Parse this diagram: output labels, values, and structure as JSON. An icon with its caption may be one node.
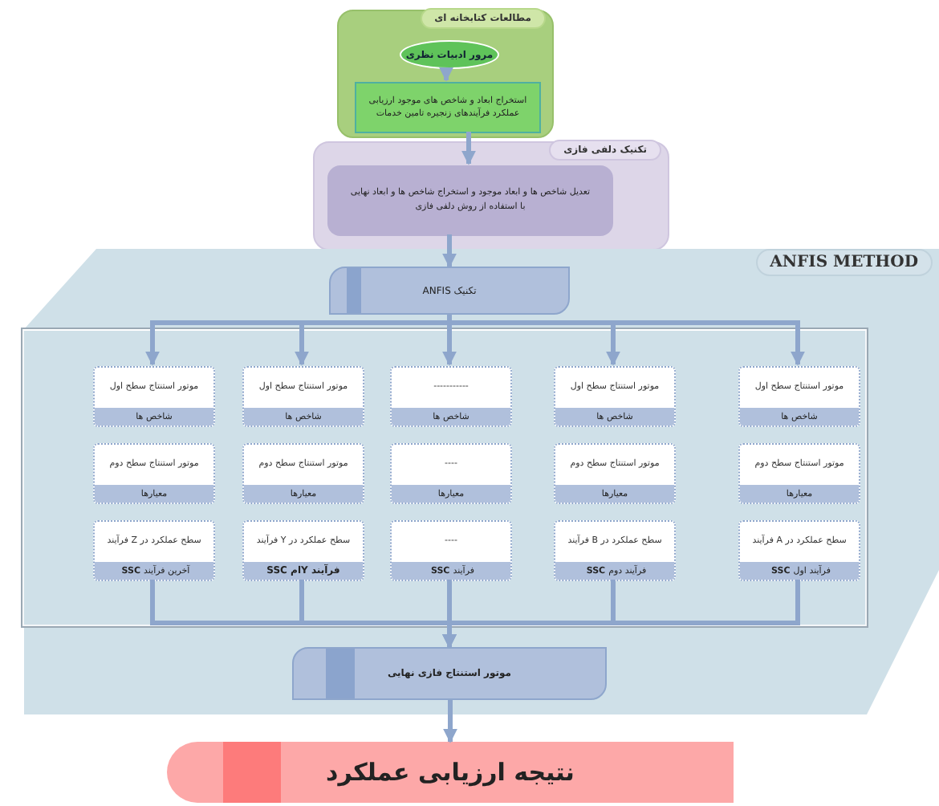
{
  "diagram": {
    "nodes": [
      {
        "text": [
          "مطالعات کتابخانه ای"
        ]
      },
      {
        "text": [
          "مرور ادبیات نظری"
        ],
        "in": 0
      },
      {
        "text": [
          "استخراج ابعاد و شاخص های موجود ارزیابی عملکرد فرآیندهای زنجیره تامین خدمات"
        ],
        "in": 0
      },
      {
        "text": [
          "تکنیک دلفی فازی"
        ]
      },
      {
        "text": [
          "تعدیل شاخص ها و ابعاد موجود و استخراج شاخص ها و ابعاد نهایی با استفاده از روش دلفی فازی"
        ],
        "in": 3
      },
      {
        "text": [
          "ANFIS METHOD"
        ]
      },
      {
        "text": [
          "تکنیک ANFIS"
        ],
        "in": 5
      },
      {
        "text": [],
        "shape": "box",
        "in": 5
      },
      {
        "text": [
          "موتور استنتاج سطح اول",
          "شاخص ها"
        ],
        "in": 7
      },
      {
        "text": [
          "موتور استنتاج سطح اول",
          "شاخص ها"
        ],
        "in": 7
      },
      {
        "text": [
          "-----------",
          "شاخص ها"
        ],
        "in": 7
      },
      {
        "text": [
          "موتور استنتاج سطح اول",
          "شاخص ها"
        ],
        "in": 7
      },
      {
        "text": [
          "موتور استنتاج سطح اول",
          "شاخص ها"
        ],
        "in": 7
      },
      {
        "text": [
          "موتور استنتاج سطح دوم",
          "معیارها"
        ],
        "in": 7
      },
      {
        "text": [
          "موتور استنتاج سطح دوم",
          "معیارها"
        ],
        "in": 7
      },
      {
        "text": [
          "----",
          "معیارها"
        ],
        "in": 7
      },
      {
        "text": [
          "موتور استنتاج سطح دوم",
          "معیارها"
        ],
        "in": 7
      },
      {
        "text": [
          "موتور استنتاج سطح دوم",
          "معیارها"
        ],
        "in": 7
      },
      {
        "text": [
          "سطح عملکرد در A فرآیند",
          "فرآیند اول **SSC**"
        ],
        "in": 7
      },
      {
        "text": [
          "سطح عملکرد در B فرآیند",
          "فرآیند دوم **SSC**"
        ],
        "in": 7
      },
      {
        "text": [
          "----",
          "فرآیند **SSC**"
        ],
        "in": 7
      },
      {
        "text": [
          "سطح عملکرد در Y فرآیند",
          "فرآیند Yام SSC"
        ],
        "in": 7
      },
      {
        "text": [
          "سطح عملکرد در Z فرآیند",
          "آخرین فرآیند **SSC**"
        ],
        "in": 7
      },
      {
        "text": [
          "موتور استنتاج فازی نهایی"
        ],
        "in": 5
      },
      {
        "text": [
          "نتیجه ارزیابی عملکرد"
        ]
      }
    ],
    "edges": [
      {
        "from": 1,
        "to": 2,
        "arrow": "to"
      },
      {
        "from": 2,
        "to": 4,
        "arrow": "to"
      },
      {
        "from": 4,
        "to": 6,
        "arrow": "to"
      },
      {
        "from": 6,
        "to": 8,
        "arrow": "to"
      },
      {
        "from": 6,
        "to": 9,
        "arrow": "to"
      },
      {
        "from": 6,
        "to": 10,
        "arrow": "to"
      },
      {
        "from": 6,
        "to": 11,
        "arrow": "to"
      },
      {
        "from": 6,
        "to": 12,
        "arrow": "to"
      },
      {
        "from": 18,
        "to": 23,
        "arrow": "to"
      },
      {
        "from": 19,
        "to": 23,
        "arrow": "to"
      },
      {
        "from": 20,
        "to": 23,
        "arrow": "to"
      },
      {
        "from": 21,
        "to": 23,
        "arrow": "to"
      },
      {
        "from": 22,
        "to": 23,
        "arrow": "to"
      },
      {
        "from": 23,
        "to": 24,
        "arrow": "to"
      }
    ]
  }
}
